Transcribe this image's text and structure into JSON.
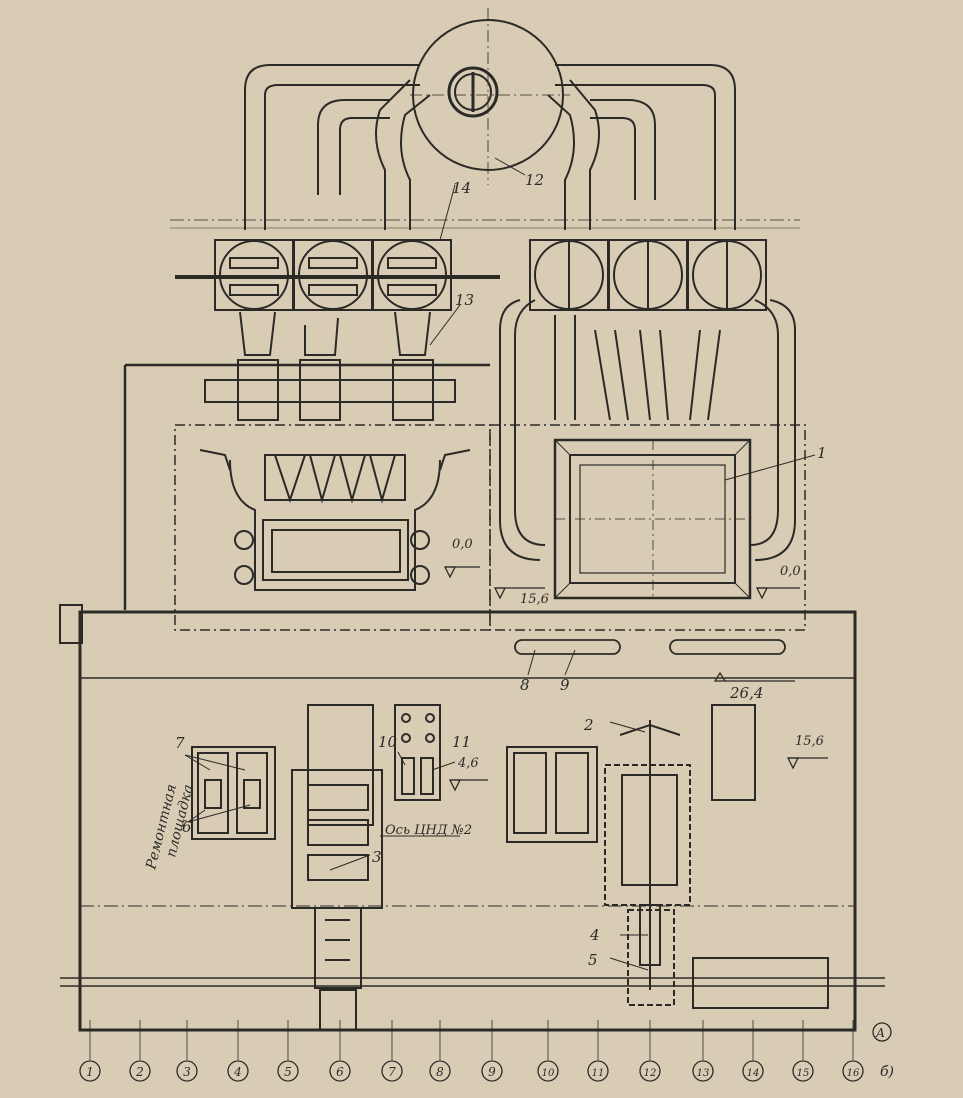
{
  "drawing": {
    "labels": {
      "n1": "1",
      "n2": "2",
      "n3": "3",
      "n4": "4",
      "n5": "5",
      "n6": "6",
      "n7": "7",
      "n8": "8",
      "n9": "9",
      "n10": "10",
      "n11": "11",
      "n12": "12",
      "n13": "13",
      "n14": "14"
    },
    "elevations": {
      "e1": "0,0",
      "e2": "15,6",
      "e3": "0,0",
      "e4": "26,4",
      "e5": "4,6",
      "e6": "15,6"
    },
    "texts": {
      "repair_area_line1": "Ремонтная",
      "repair_area_line2": "площадка",
      "axis_label": "Ось ЦНД №2",
      "row_axis": "А",
      "figure_mark": "б)"
    },
    "column_axes": [
      "1",
      "2",
      "3",
      "4",
      "5",
      "6",
      "7",
      "8",
      "9",
      "10",
      "11",
      "12",
      "13",
      "14",
      "15",
      "16"
    ],
    "colors": {
      "ink": "#2c2a27",
      "paper": "#d8cdb4"
    }
  }
}
